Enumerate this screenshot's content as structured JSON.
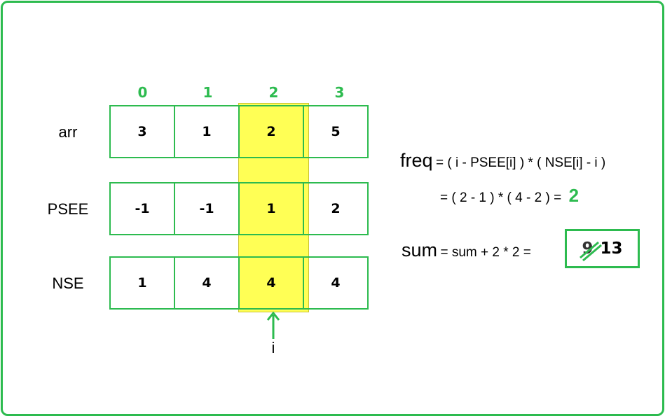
{
  "indices": [
    "0",
    "1",
    "2",
    "3"
  ],
  "rows": [
    {
      "label": "arr",
      "values": [
        "3",
        "1",
        "2",
        "5"
      ]
    },
    {
      "label": "PSEE",
      "values": [
        "-1",
        "-1",
        "1",
        "2"
      ]
    },
    {
      "label": "NSE",
      "values": [
        "1",
        "4",
        "4",
        "4"
      ]
    }
  ],
  "pointer_label": "i",
  "freq": {
    "name": "freq",
    "expression": "= ( i - PSEE[i] ) * ( NSE[i] - i )",
    "substitution": "= ( 2 - 1 ) * ( 4 - 2 )  =",
    "result": "2"
  },
  "sum": {
    "name": "sum",
    "expression": "=  sum + 2 * 2 =",
    "old_value": "9",
    "new_value": "13"
  },
  "colors": {
    "accent": "#2dbb4f",
    "highlight": "#ffff55"
  }
}
